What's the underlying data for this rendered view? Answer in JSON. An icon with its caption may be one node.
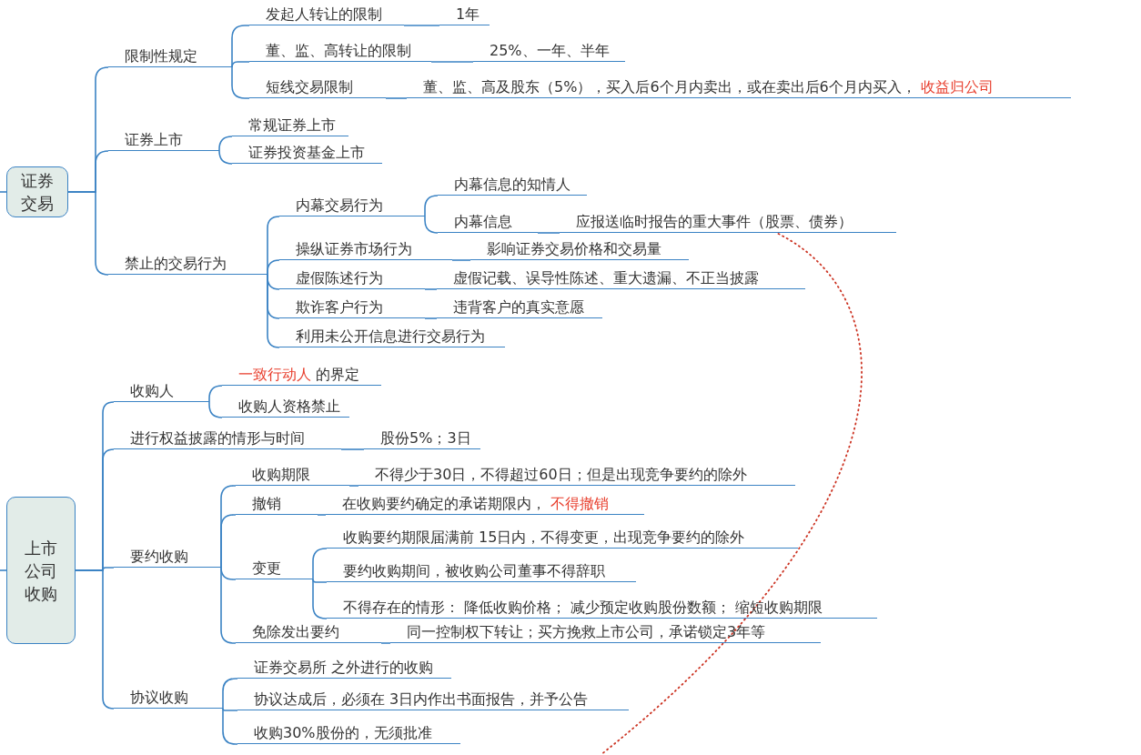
{
  "diagram": {
    "nodes": [
      {
        "text": [
          "证券交易"
        ]
      },
      {
        "text": [
          "限制性规定"
        ]
      },
      {
        "text": [
          "发起人转让的限制"
        ]
      },
      {
        "text": [
          "1年"
        ]
      },
      {
        "text": [
          "董、监、高转让的限制"
        ]
      },
      {
        "text": [
          "25%、一年、半年"
        ]
      },
      {
        "text": [
          "短线交易限制"
        ]
      },
      {
        "text": [
          "董、监、高及股东（5%），买入后6个月内卖出，或在卖出后6个月内买入， *收益归公司*"
        ]
      },
      {
        "text": [
          "证券上市"
        ]
      },
      {
        "text": [
          "常规证券上市"
        ]
      },
      {
        "text": [
          "证券投资基金上市"
        ]
      },
      {
        "text": [
          "禁止的交易行为"
        ]
      },
      {
        "text": [
          "内幕交易行为"
        ]
      },
      {
        "text": [
          "内幕信息的知情人"
        ]
      },
      {
        "text": [
          "内幕信息"
        ]
      },
      {
        "text": [
          "应报送临时报告的重大事件（股票、债券）"
        ]
      },
      {
        "text": [
          "操纵证券市场行为"
        ]
      },
      {
        "text": [
          "影响证券交易价格和交易量"
        ]
      },
      {
        "text": [
          "虚假陈述行为"
        ]
      },
      {
        "text": [
          "虚假记载、误导性陈述、重大遗漏、不正当披露"
        ]
      },
      {
        "text": [
          "欺诈客户行为"
        ]
      },
      {
        "text": [
          "违背客户的真实意愿"
        ]
      },
      {
        "text": [
          "利用未公开信息进行交易行为"
        ]
      },
      {
        "text": [
          "上市公司收购"
        ]
      },
      {
        "text": [
          "收购人"
        ]
      },
      {
        "text": [
          "*一致行动人* 的界定"
        ]
      },
      {
        "text": [
          "收购人资格禁止"
        ]
      },
      {
        "text": [
          "进行权益披露的情形与时间"
        ]
      },
      {
        "text": [
          "股份5%；3日"
        ]
      },
      {
        "text": [
          "要约收购"
        ]
      },
      {
        "text": [
          "收购期限"
        ]
      },
      {
        "text": [
          "不得少于30日，不得超过60日；但是出现竞争要约的除外"
        ]
      },
      {
        "text": [
          "撤销"
        ]
      },
      {
        "text": [
          "在收购要约确定的承诺期限内， *不得撤销*"
        ]
      },
      {
        "text": [
          "变更"
        ]
      },
      {
        "text": [
          "收购要约期限届满前 15日内，不得变更，出现竞争要约的除外"
        ]
      },
      {
        "text": [
          "要约收购期间，被收购公司董事不得辞职"
        ]
      },
      {
        "text": [
          "不得存在的情形： 降低收购价格； 减少预定收购股份数额； 缩短收购期限"
        ]
      },
      {
        "text": [
          "免除发出要约"
        ]
      },
      {
        "text": [
          "同一控制权下转让；买方挽救上市公司，承诺锁定3年等"
        ]
      },
      {
        "text": [
          "协议收购"
        ]
      },
      {
        "text": [
          "证券交易所 之外进行的收购"
        ]
      },
      {
        "text": [
          "协议达成后，必须在 3日内作出书面报告，并予公告"
        ]
      },
      {
        "text": [
          "收购30%股份的，无须批准"
        ]
      }
    ],
    "edges": [
      {
        "from": null,
        "to": 0,
        "arrow": "none"
      },
      {
        "from": 0,
        "to": 1,
        "arrow": "none"
      },
      {
        "from": 1,
        "to": 2,
        "arrow": "none"
      },
      {
        "from": 2,
        "to": 3,
        "arrow": "none"
      },
      {
        "from": 1,
        "to": 4,
        "arrow": "none"
      },
      {
        "from": 4,
        "to": 5,
        "arrow": "none"
      },
      {
        "from": 1,
        "to": 6,
        "arrow": "none"
      },
      {
        "from": 6,
        "to": 7,
        "arrow": "none"
      },
      {
        "from": 0,
        "to": 8,
        "arrow": "none"
      },
      {
        "from": 8,
        "to": 9,
        "arrow": "none"
      },
      {
        "from": 8,
        "to": 10,
        "arrow": "none"
      },
      {
        "from": 0,
        "to": 11,
        "arrow": "none"
      },
      {
        "from": 11,
        "to": 12,
        "arrow": "none"
      },
      {
        "from": 12,
        "to": 13,
        "arrow": "none"
      },
      {
        "from": 12,
        "to": 14,
        "arrow": "none"
      },
      {
        "from": 14,
        "to": 15,
        "arrow": "none"
      },
      {
        "from": 11,
        "to": 16,
        "arrow": "none"
      },
      {
        "from": 16,
        "to": 17,
        "arrow": "none"
      },
      {
        "from": 11,
        "to": 18,
        "arrow": "none"
      },
      {
        "from": 18,
        "to": 19,
        "arrow": "none"
      },
      {
        "from": 11,
        "to": 20,
        "arrow": "none"
      },
      {
        "from": 20,
        "to": 21,
        "arrow": "none"
      },
      {
        "from": 11,
        "to": 22,
        "arrow": "none"
      },
      {
        "from": 15,
        "to": null,
        "arrow": "none",
        "style": "dashed",
        "color": "#cc3322"
      },
      {
        "from": null,
        "to": 23,
        "arrow": "none"
      },
      {
        "from": 23,
        "to": 24,
        "arrow": "none"
      },
      {
        "from": 24,
        "to": 25,
        "arrow": "none"
      },
      {
        "from": 24,
        "to": 26,
        "arrow": "none"
      },
      {
        "from": 23,
        "to": 27,
        "arrow": "none"
      },
      {
        "from": 27,
        "to": 28,
        "arrow": "none"
      },
      {
        "from": 23,
        "to": 29,
        "arrow": "none"
      },
      {
        "from": 29,
        "to": 30,
        "arrow": "none"
      },
      {
        "from": 30,
        "to": 31,
        "arrow": "none"
      },
      {
        "from": 29,
        "to": 32,
        "arrow": "none"
      },
      {
        "from": 32,
        "to": 33,
        "arrow": "none"
      },
      {
        "from": 29,
        "to": 34,
        "arrow": "none"
      },
      {
        "from": 34,
        "to": 35,
        "arrow": "none"
      },
      {
        "from": 34,
        "to": 36,
        "arrow": "none"
      },
      {
        "from": 34,
        "to": 37,
        "arrow": "none"
      },
      {
        "from": 29,
        "to": 38,
        "arrow": "none"
      },
      {
        "from": 38,
        "to": 39,
        "arrow": "none"
      },
      {
        "from": 23,
        "to": 40,
        "arrow": "none"
      },
      {
        "from": 40,
        "to": 41,
        "arrow": "none"
      },
      {
        "from": 40,
        "to": 42,
        "arrow": "none"
      },
      {
        "from": 40,
        "to": 43,
        "arrow": "none"
      }
    ]
  }
}
